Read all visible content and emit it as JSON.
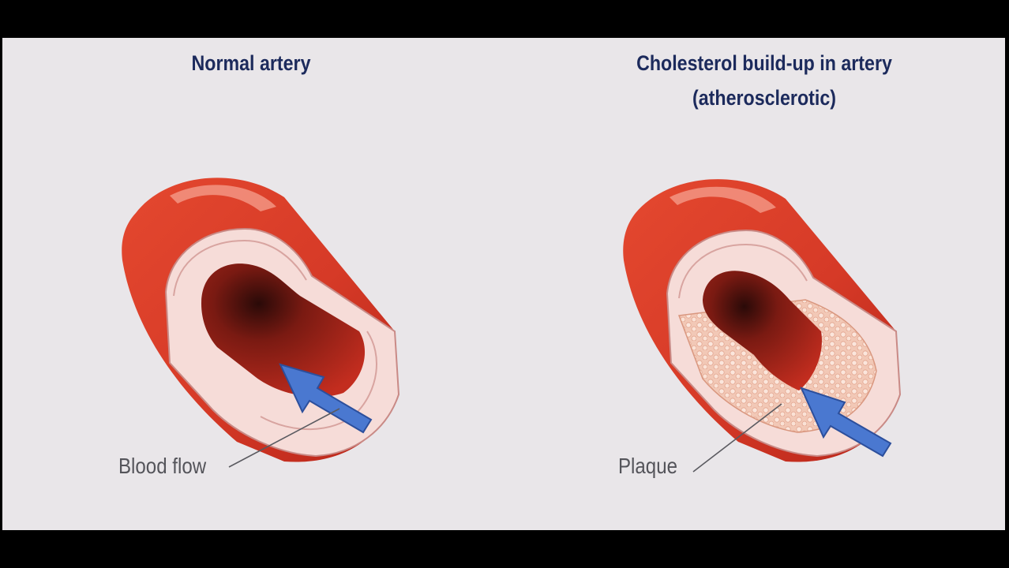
{
  "panels": [
    {
      "title": "Normal artery",
      "callout": "Blood flow"
    },
    {
      "title": [
        "Cholesterol build-up in artery",
        "(atherosclerotic)"
      ],
      "callout": "Plaque"
    }
  ],
  "colors": {
    "background": "#e9e6e9",
    "frame": "#000000",
    "title_text": "#1c2a5c",
    "callout_text": "#54545a",
    "artery_outer": "#d93a26",
    "artery_inner": "#b3261b",
    "vessel_wall": "#f6dcd8",
    "plaque": "#f1c3ae",
    "arrow": "#4a78d0"
  }
}
